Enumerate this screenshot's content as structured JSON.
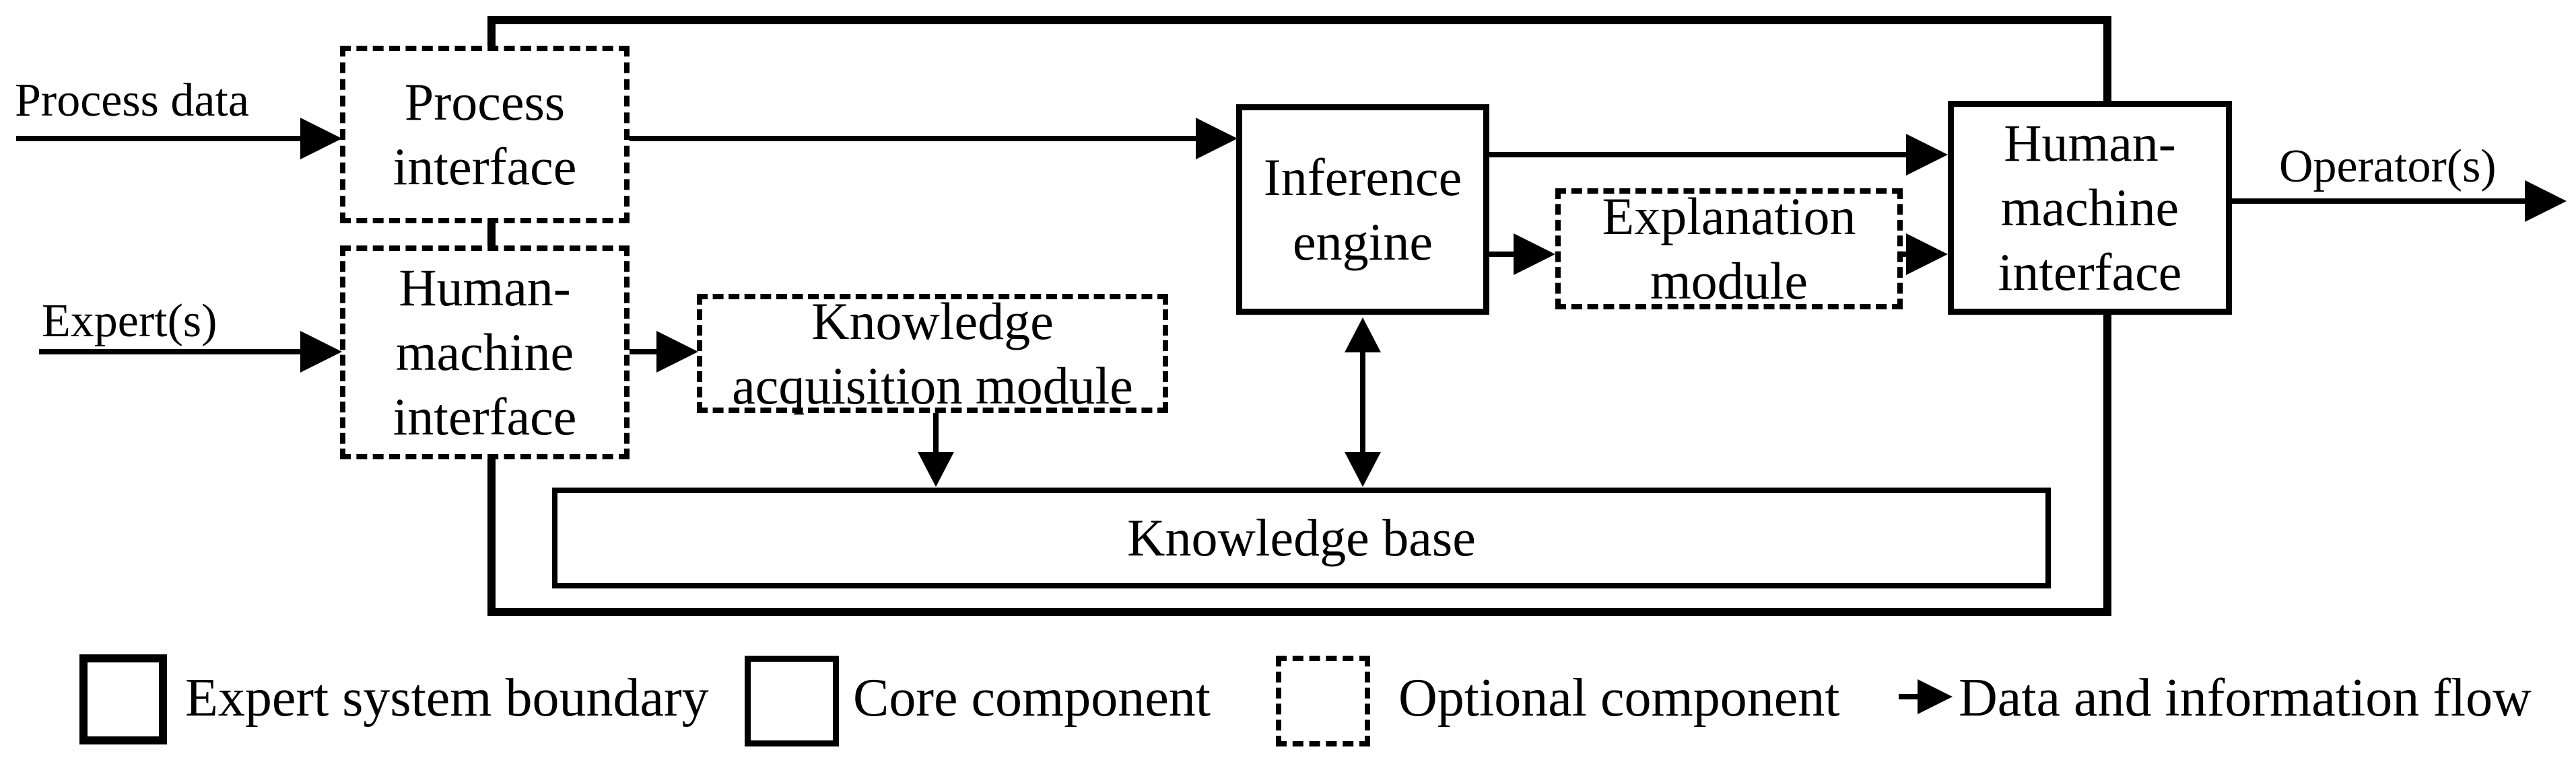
{
  "colors": {
    "ink": "#000000",
    "background": "#ffffff"
  },
  "external_labels": {
    "process_data": "Process data",
    "experts": "Expert(s)",
    "operators": "Operator(s)"
  },
  "boxes": {
    "process_interface": {
      "line1": "Process",
      "line2": "interface",
      "type": "optional"
    },
    "hmi_left": {
      "line1": "Human-",
      "line2": "machine",
      "line3": "interface",
      "type": "optional"
    },
    "knowledge_acquisition": {
      "line1": "Knowledge",
      "line2": "acquisition module",
      "type": "optional"
    },
    "inference_engine": {
      "line1": "Inference",
      "line2": "engine",
      "type": "core"
    },
    "explanation_module": {
      "line1": "Explanation",
      "line2": "module",
      "type": "optional"
    },
    "hmi_right": {
      "line1": "Human-",
      "line2": "machine",
      "line3": "interface",
      "type": "core"
    },
    "knowledge_base": {
      "line1": "Knowledge base",
      "type": "core"
    }
  },
  "legend": {
    "expert_system_boundary": "Expert system boundary",
    "core_component": "Core component",
    "optional_component": "Optional component",
    "data_flow": "Data and information flow"
  }
}
